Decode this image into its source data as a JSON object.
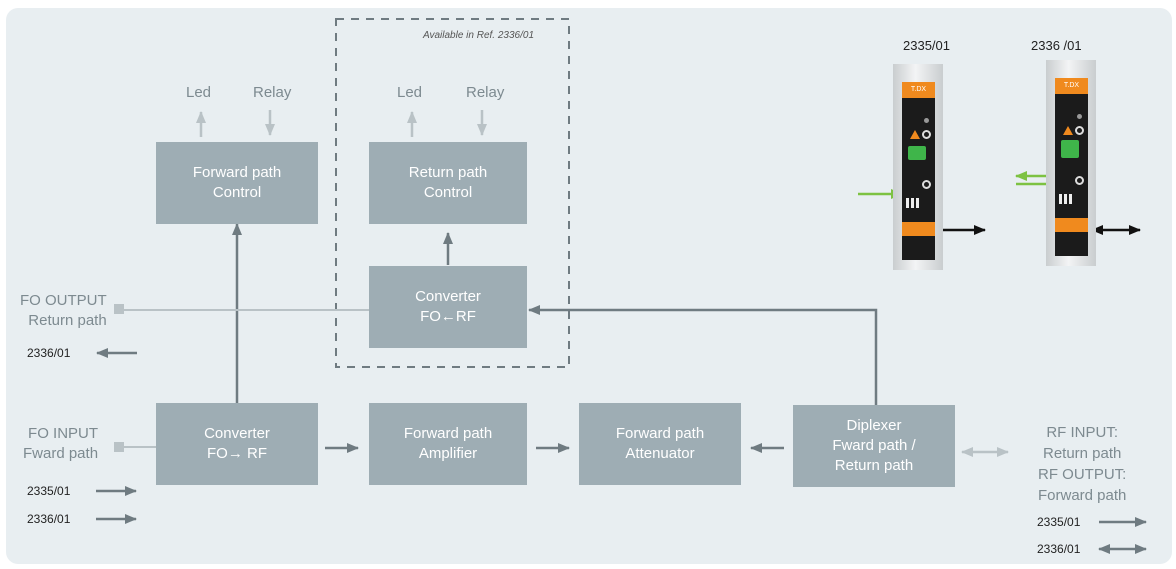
{
  "available_note": "Available in Ref. 2336/01",
  "top_refs": [
    "2335/01",
    "2336 /01"
  ],
  "forward_indicators": {
    "led": "Led",
    "relay": "Relay"
  },
  "return_indicators": {
    "led": "Led",
    "relay": "Relay"
  },
  "boxes": {
    "forward_control": [
      "Forward path",
      "Control"
    ],
    "return_control": [
      "Return path",
      "Control"
    ],
    "converter_return": [
      "Converter",
      "FO←RF"
    ],
    "converter_forward": [
      "Converter",
      "FO→ RF"
    ],
    "forward_amplifier": [
      "Forward path",
      "Amplifier"
    ],
    "forward_attenuator": [
      "Forward path",
      "Attenuator"
    ],
    "diplexer": [
      "Diplexer",
      "Fward path /",
      "Return path"
    ]
  },
  "fo_output": {
    "line1": "FO OUTPUT",
    "line2": "Return path",
    "ref": "2336/01"
  },
  "fo_input": {
    "line1": "FO INPUT",
    "line2": "Fward path",
    "refs": [
      "2335/01",
      "2336/01"
    ]
  },
  "rf_port": {
    "lines": [
      "RF INPUT:",
      "Return path",
      "RF OUTPUT:",
      "Forward path"
    ],
    "refs": [
      "2335/01",
      "2336/01"
    ]
  },
  "device_labels": [
    "T.DX",
    "T.DX"
  ],
  "colors": {
    "panel": "#e8eef1",
    "box": "#9eadb4",
    "arrow": "#6f7b81",
    "light_line": "#b9c2c6",
    "green": "#7dc242",
    "orange": "#f08a1e"
  }
}
